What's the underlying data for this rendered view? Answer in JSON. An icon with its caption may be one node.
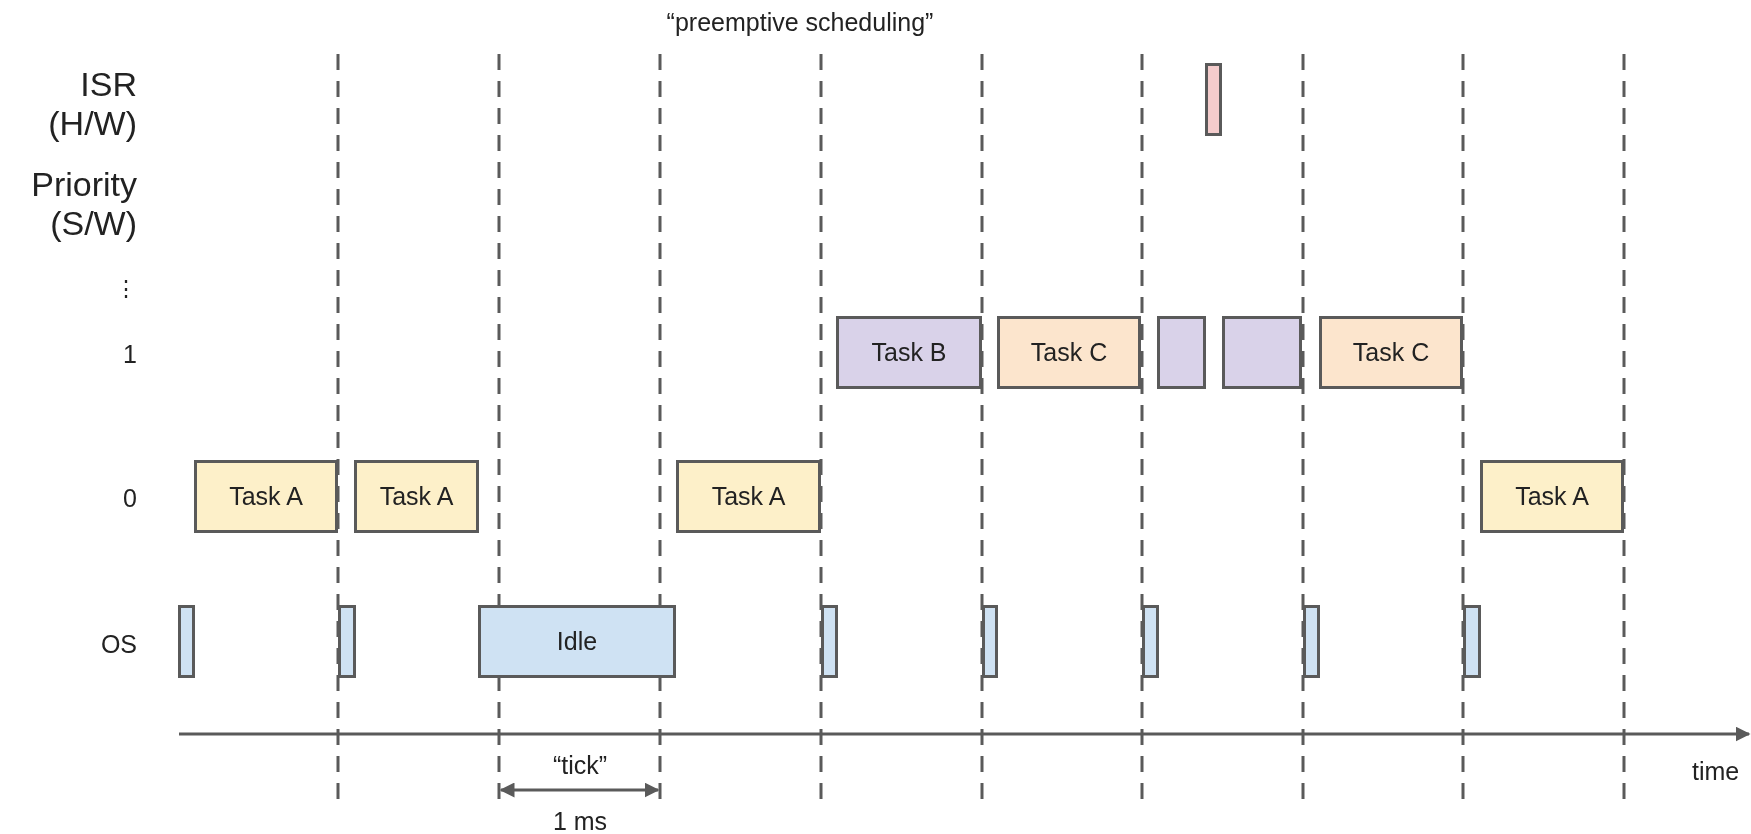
{
  "diagram": {
    "title": "“preemptive scheduling”",
    "nodes": [
      {
        "text": [],
        "shape": "box"
      },
      {
        "text": [
          "Task B"
        ]
      },
      {
        "text": [
          "Task C"
        ]
      },
      {
        "text": [],
        "shape": "box"
      },
      {
        "text": [],
        "shape": "box"
      },
      {
        "text": [
          "Task C"
        ]
      },
      {
        "text": [
          "Task A"
        ]
      },
      {
        "text": [
          "Task A"
        ]
      },
      {
        "text": [
          "Task A"
        ]
      },
      {
        "text": [
          "Task A"
        ]
      },
      {
        "text": [],
        "shape": "box"
      },
      {
        "text": [],
        "shape": "box"
      },
      {
        "text": [
          "Idle"
        ]
      },
      {
        "text": [],
        "shape": "box"
      },
      {
        "text": [],
        "shape": "box"
      },
      {
        "text": [],
        "shape": "box"
      },
      {
        "text": [],
        "shape": "box"
      },
      {
        "text": [],
        "shape": "box"
      }
    ],
    "edges": [],
    "labels": [
      "ISR (H/W)",
      "Priority (S/W)",
      "⋮",
      "1",
      "0",
      "OS",
      "“tick”",
      "time",
      "1 ms"
    ]
  }
}
